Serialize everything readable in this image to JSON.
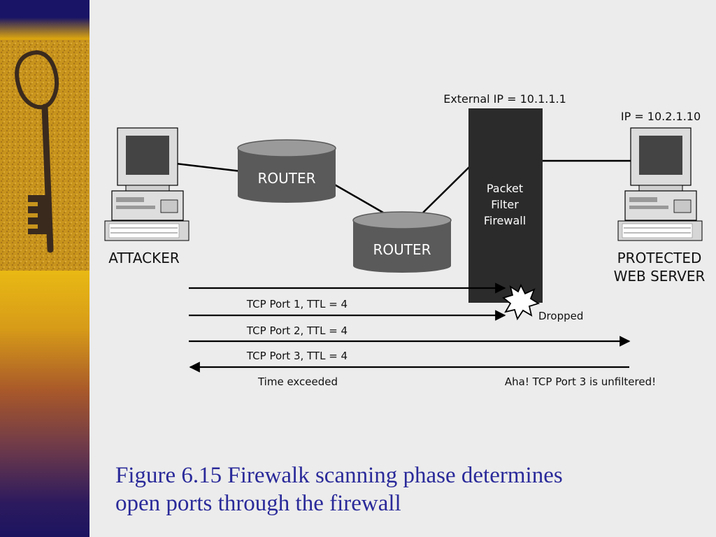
{
  "diagram": {
    "attacker_label": "ATTACKER",
    "router1_label": "ROUTER",
    "router2_label": "ROUTER",
    "firewall_lines": [
      "Packet",
      "Filter",
      "Firewall"
    ],
    "external_ip": "External IP =  10.1.1.1",
    "server_ip": "IP =  10.2.1.10",
    "server_label_lines": [
      "PROTECTED",
      "WEB SERVER"
    ],
    "probes": [
      {
        "label": "TCP Port 1, TTL =  4"
      },
      {
        "label": "TCP Port 2, TTL =  4"
      },
      {
        "label": "TCP Port 3, TTL =  4"
      }
    ],
    "dropped_label": "Dropped",
    "time_exceeded": "Time exceeded",
    "unfiltered_note": "Aha! TCP Port 3  is unfiltered!"
  },
  "caption": {
    "line1": "Figure 6.15 Firewalk scanning phase determines",
    "line2": "open ports through the firewall"
  },
  "colors": {
    "sidebar_navy": "#1a1466",
    "sidebar_gold": "#e8b814",
    "caption_text": "#2a2a9a",
    "router_fill": "#5a5a5a",
    "firewall_fill": "#2b2b2b"
  }
}
